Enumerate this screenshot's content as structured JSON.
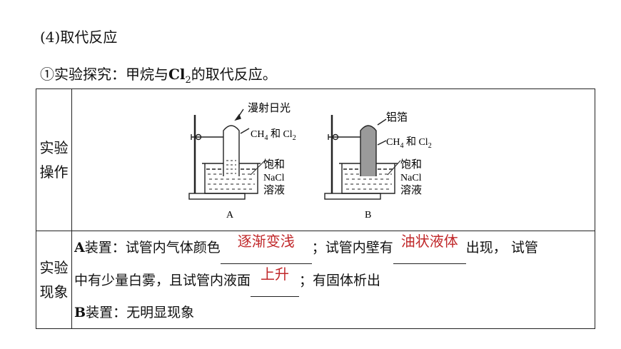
{
  "heading": "(4)取代反应",
  "subheading": {
    "prefix": "①实验探究：甲烷与",
    "cl": "Cl",
    "sub": "2",
    "suffix": "的取代反应。"
  },
  "operation": {
    "label_line1": "实验",
    "label_line2": "操作",
    "apparatus_a": {
      "light": "漫射日光",
      "gas_ch": "CH",
      "gas_sub": "4",
      "gas_mid": " 和 Cl",
      "gas_sub2": "2",
      "sol1": "饱和",
      "sol2": "NaCl",
      "sol3": "溶液",
      "caption": "A"
    },
    "apparatus_b": {
      "foil": "铝箔",
      "gas_ch": "CH",
      "gas_sub": "4",
      "gas_mid": " 和 Cl",
      "gas_sub2": "2",
      "sol1": "饱和",
      "sol2": "NaCl",
      "sol3": "溶液",
      "caption": "B"
    }
  },
  "phenomenon": {
    "label_line1": "实验",
    "label_line2": "现象",
    "a_label": "A",
    "a_text1": "装置：试管内气体颜色",
    "a_answer1": "逐渐变浅",
    "a_text2": "；试管内壁有",
    "a_answer2": "油状液体",
    "a_text3": "出现， 试管",
    "a_text4": "中有少量白雾，且试管内液面",
    "a_answer3": "上升",
    "a_text5": "；有固体析出",
    "b_label": "B",
    "b_text": "装置：无明显现象"
  }
}
